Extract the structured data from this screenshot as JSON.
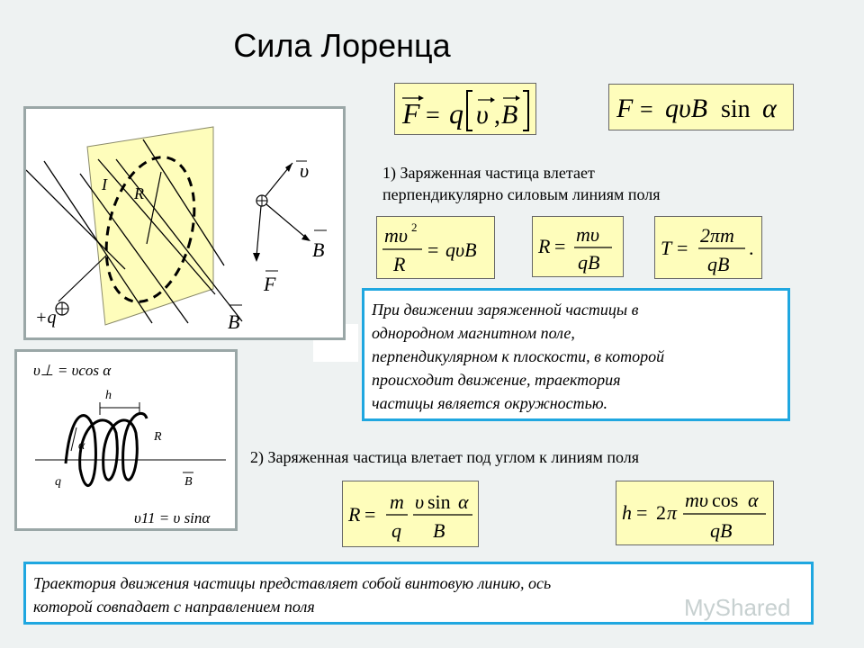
{
  "title": "Сила Лоренца",
  "formulas": {
    "top_vector": "F = q[υ, B]",
    "top_scalar": "F = qυB sin α",
    "radius1": "mυ²/R = qυB",
    "radius2": "R = mυ/qB",
    "period": "T = 2πm/qB",
    "radius_angle": "R = m/q · υ sin α/B",
    "pitch": "h = 2π mυ cos α/qB"
  },
  "case1": {
    "line1": "1) Заряженная частица влетает",
    "line2": "перпендикулярно силовым линиям поля"
  },
  "box1": {
    "l1": "При движении заряженной частицы в",
    "l2": "однородном магнитном поле,",
    "l3": "перпендикулярном к плоскости, в которой",
    "l4": "происходит движение, траектория",
    "l5": "частицы является окружностью."
  },
  "case2": "2) Заряженная частица  влетает под углом к линиям поля",
  "box2": {
    "l1": "Траектория движения частицы представляет собой винтовую линию, ось",
    "l2": "которой совпадает с направлением поля"
  },
  "diagram1": {
    "label_I": "I",
    "label_R": "R",
    "label_charge": "+q",
    "label_v": "υ",
    "label_B_right": "B",
    "label_F": "F",
    "label_B_bottom": "B"
  },
  "diagram2": {
    "label_vperp": "υ⊥ = υcos α",
    "label_h": "h",
    "label_R": "R",
    "label_alpha": "α",
    "label_q": "q",
    "label_B": "B",
    "label_vpar": "υ11 = υ sinα"
  },
  "watermark": "MyShared"
}
